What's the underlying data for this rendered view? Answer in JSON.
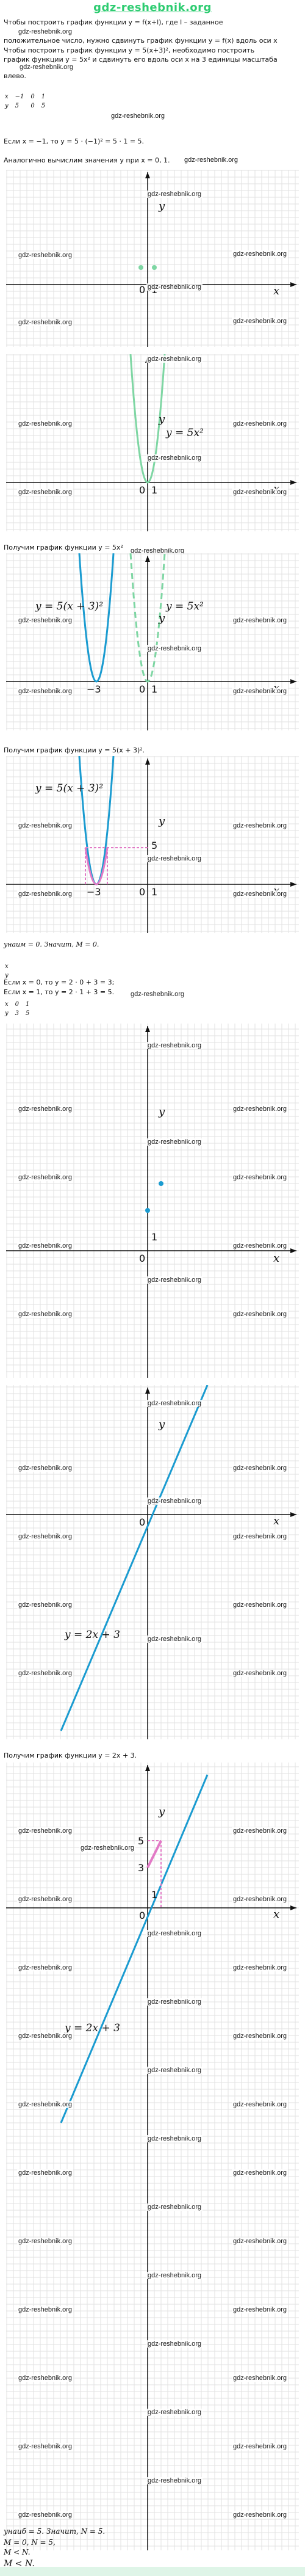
{
  "site": {
    "logo": "gdz-reshebnik.org",
    "watermark": "gdz-reshebnik.org"
  },
  "intro": {
    "line1": "Чтобы построить график функции y = f(x+l), где l – заданное",
    "line2": "положительное число, нужно сдвинуть график функции y = f(x) вдоль оси x",
    "line3": "Чтобы построить график функции y = 5(x+3)², необходимо построить",
    "line4": "график функции y = 5x² и сдвинуть его вдоль оси x на 3 единицы масштаба",
    "line5": "влево."
  },
  "table1": {
    "x_label": "x",
    "y_label": "y",
    "x": [
      "−1",
      "0",
      "1"
    ],
    "y": [
      "5",
      "0",
      "5"
    ]
  },
  "calc1": {
    "line1": "Если x = −1, то y = 5 · (−1)² = 5 · 1 = 5.",
    "line2": "Аналогично вычислим значения y при x = 0, 1."
  },
  "graphs": {
    "axis_x": "x",
    "axis_y": "y",
    "origin": "0",
    "unit": "1",
    "g2_label": "y = 5x²",
    "g3_label1": "y = 5(x + 3)²",
    "g3_label2": "y = 5x²",
    "g3_tick": "−3",
    "g4_label": "y = 5(x + 3)²",
    "g4_tick_x": "−3",
    "g4_tick_y": "5",
    "g7_label": "y = 2x + 3",
    "g8_label": "y = 2x + 3",
    "g8_tick_5": "5",
    "g8_tick_3": "3"
  },
  "texts": {
    "got1": "Получим график функции y = 5x²",
    "got2": "Получим график функции y = 5(x + 3)².",
    "ymin": "yнаим = 0. Значит, M = 0.",
    "calc2_1": "Если x = 0, то y = 2 · 0 + 3 = 3;",
    "calc2_2": "Если x = 1, то y = 2 · 1 + 3 = 5.",
    "got3": "Получим график функции y = 2x + 3.",
    "ymax": "yнаиб = 5. Значит, N = 5.",
    "m_eq": "M = 0, N = 5,",
    "m_lt": "M < N.",
    "m_lt2": "M < N."
  },
  "table2": {
    "x_label": "x",
    "y_label": "y",
    "x": [
      "0",
      "1"
    ],
    "y": [
      "3",
      "5"
    ]
  },
  "colors": {
    "accent": "#2ecc71",
    "blue": "#1a9bd0",
    "green_line": "#7ed6a3",
    "pink": "#e27ac6"
  }
}
